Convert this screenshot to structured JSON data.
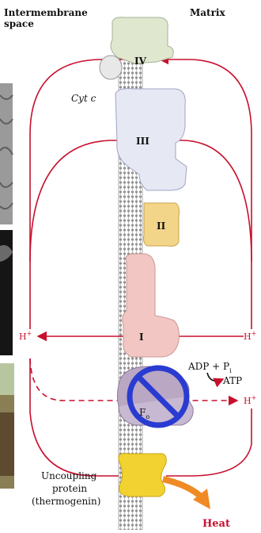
{
  "labels": {
    "intermembrane_line1": "Intermembrane",
    "intermembrane_line2": "space",
    "matrix": "Matrix",
    "cyt_c": "Cyt c",
    "complex_iv": "IV",
    "complex_iii": "III",
    "complex_ii": "II",
    "complex_i": "I",
    "h_plus": "H",
    "h_sup": "+",
    "adp_pi": "ADP + P",
    "adp_sub": "i",
    "atp": "ATP",
    "fo": "F",
    "fo_sub": "o",
    "uncoupling_line1": "Uncoupling",
    "uncoupling_line2": "protein",
    "uncoupling_line3": "(thermogenin)",
    "heat": "Heat"
  },
  "colors": {
    "arrow": "#c8102e",
    "complex_iv": "#dfe8cf",
    "complex_iii": "#e6e8f4",
    "complex_ii": "#f3d58a",
    "complex_i": "#f2c6c2",
    "atp_synthase": "#b9a7c4",
    "uncoupler": "#f2d230",
    "heat_arrow": "#f08a24",
    "no_symbol": "#2a3bd1",
    "membrane": "#9a9a9a"
  }
}
